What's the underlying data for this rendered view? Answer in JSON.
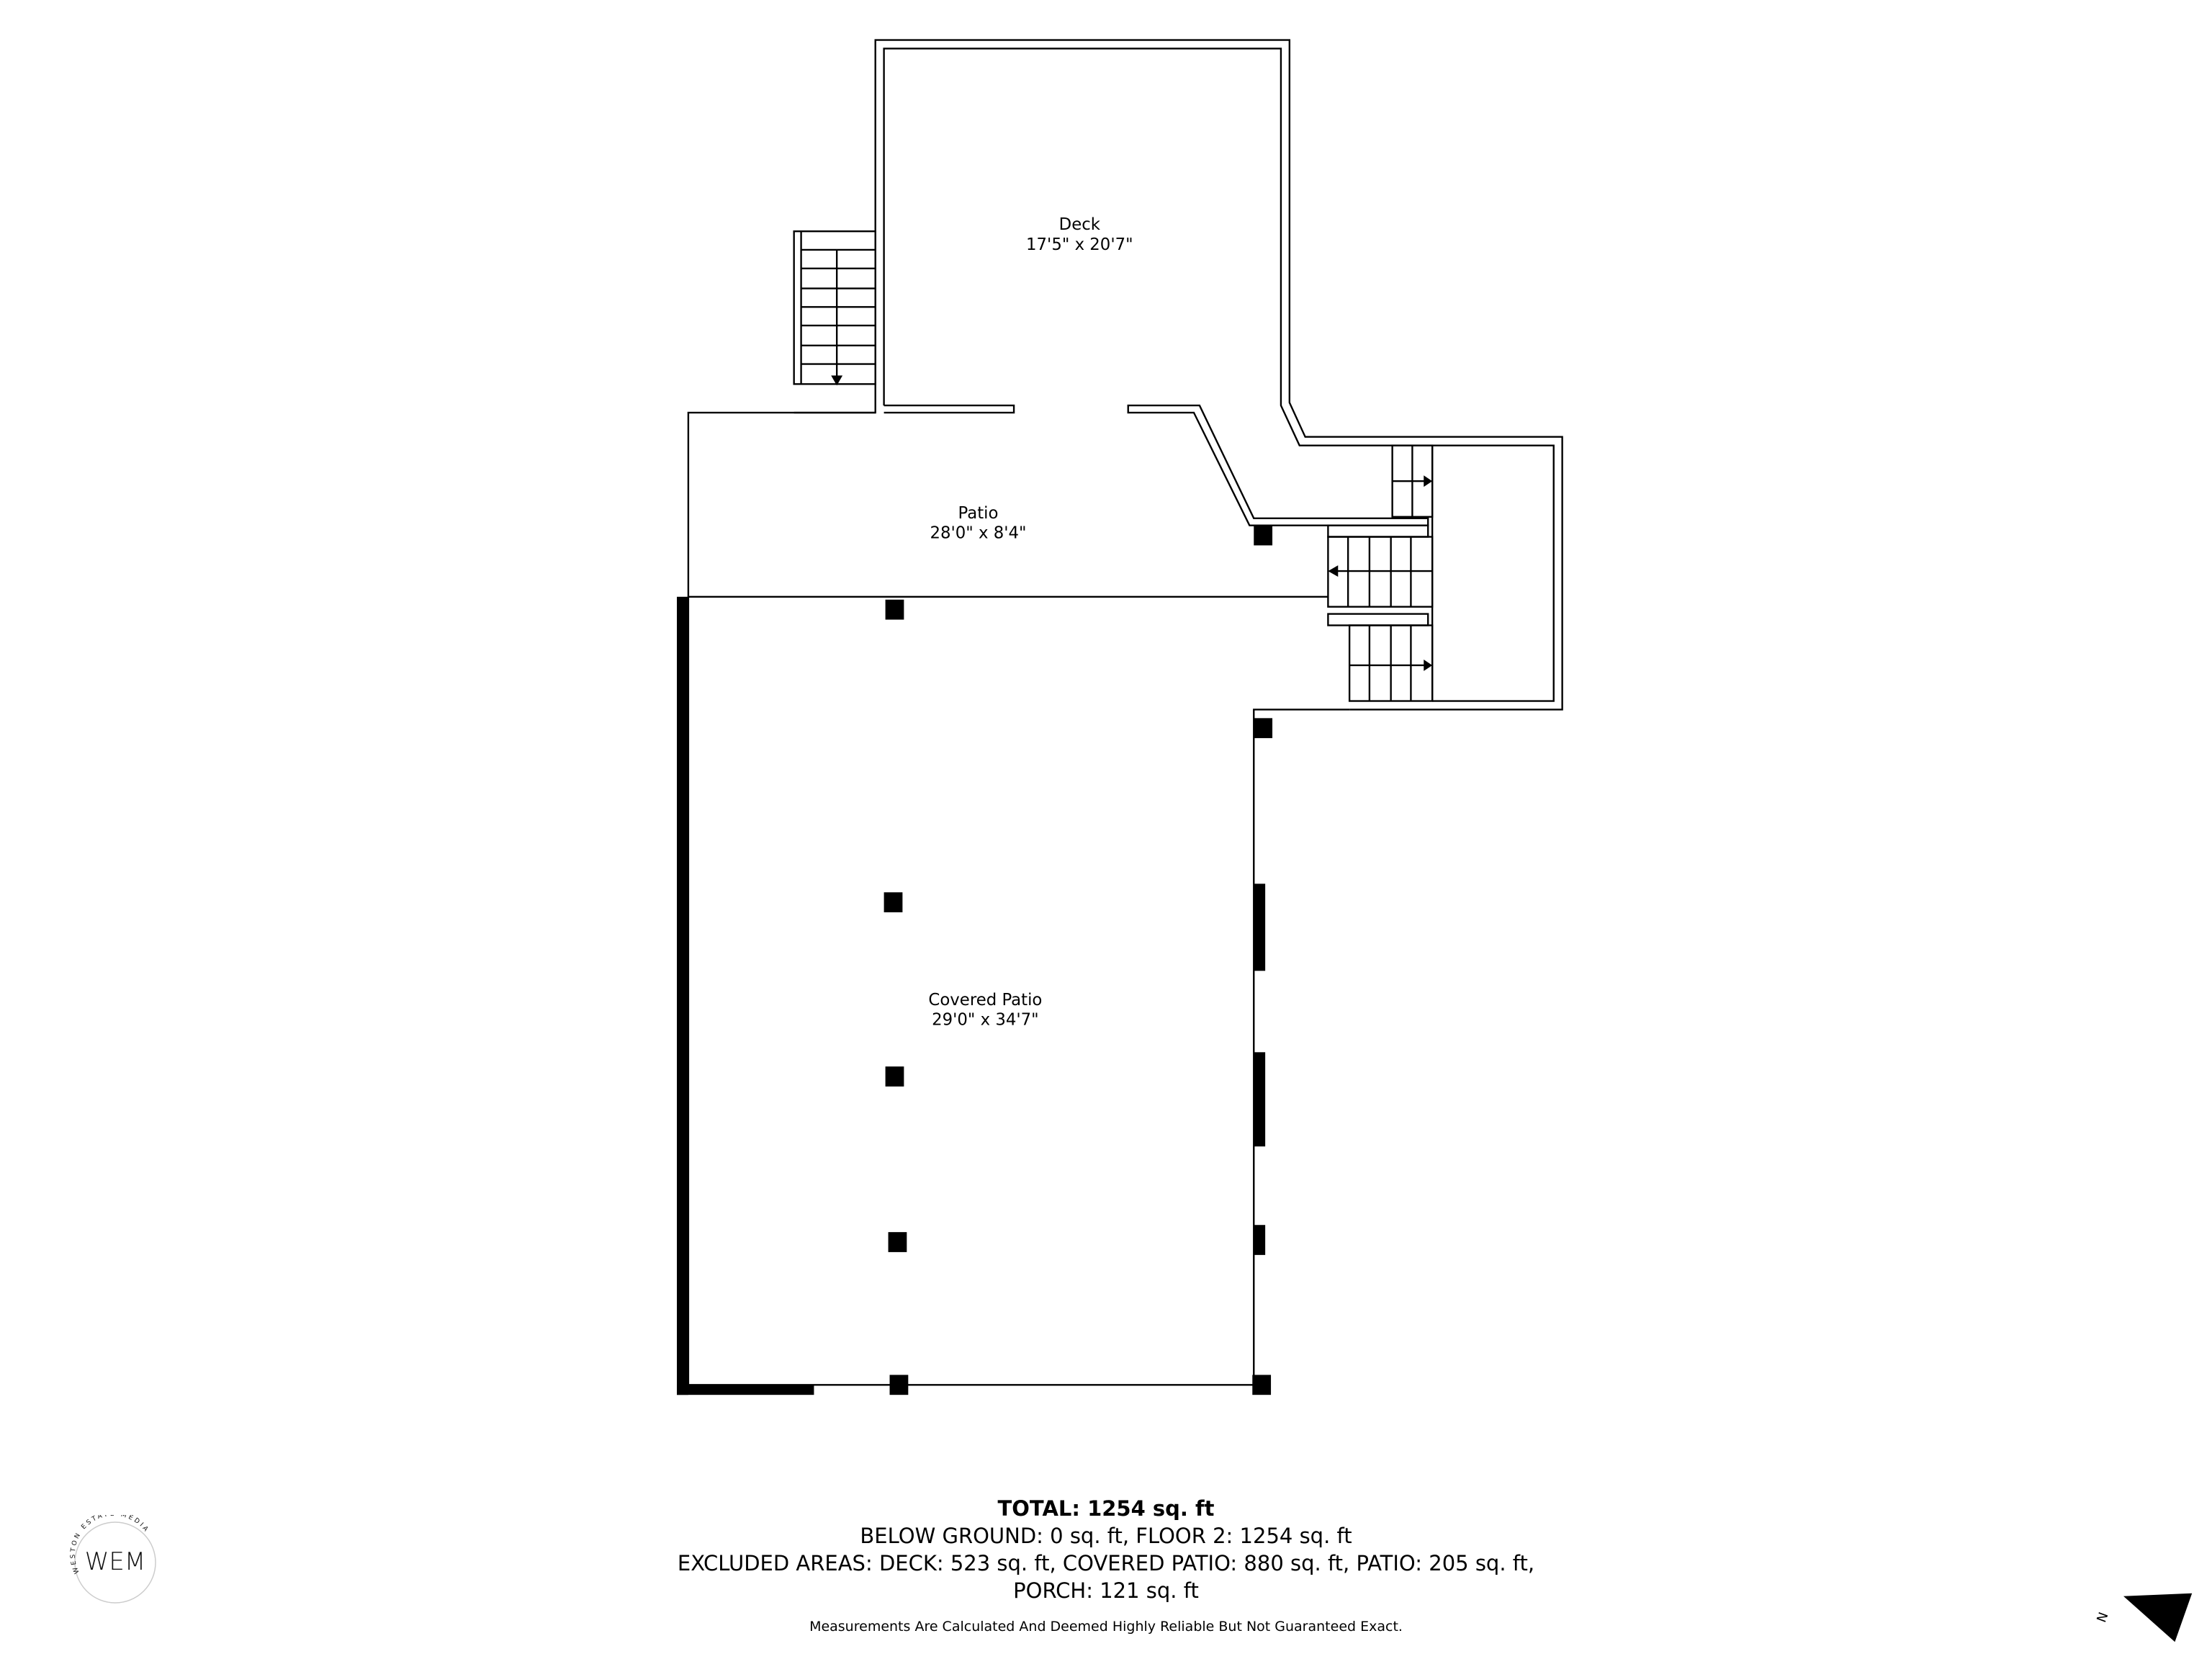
{
  "rooms": [
    {
      "name": "Deck",
      "dimensions": "17'5\" x 20'7\""
    },
    {
      "name": "Patio",
      "dimensions": "28'0\" x 8'4\""
    },
    {
      "name": "Covered Patio",
      "dimensions": "29'0\" x 34'7\""
    }
  ],
  "summary": {
    "total": "TOTAL: 1254 sq. ft",
    "line1": "BELOW GROUND: 0 sq. ft, FLOOR 2: 1254 sq. ft",
    "line2": "EXCLUDED AREAS: DECK: 523 sq. ft, COVERED PATIO: 880 sq. ft, PATIO: 205 sq. ft,",
    "line3": "PORCH: 121 sq. ft"
  },
  "disclaimer": "Measurements Are Calculated And Deemed Highly Reliable But Not Guaranteed Exact.",
  "logo": {
    "initials": "WEM",
    "name": "WESTON ESTATE MEDIA"
  },
  "compass": {
    "label": "N",
    "icon": "north-arrow-icon"
  }
}
